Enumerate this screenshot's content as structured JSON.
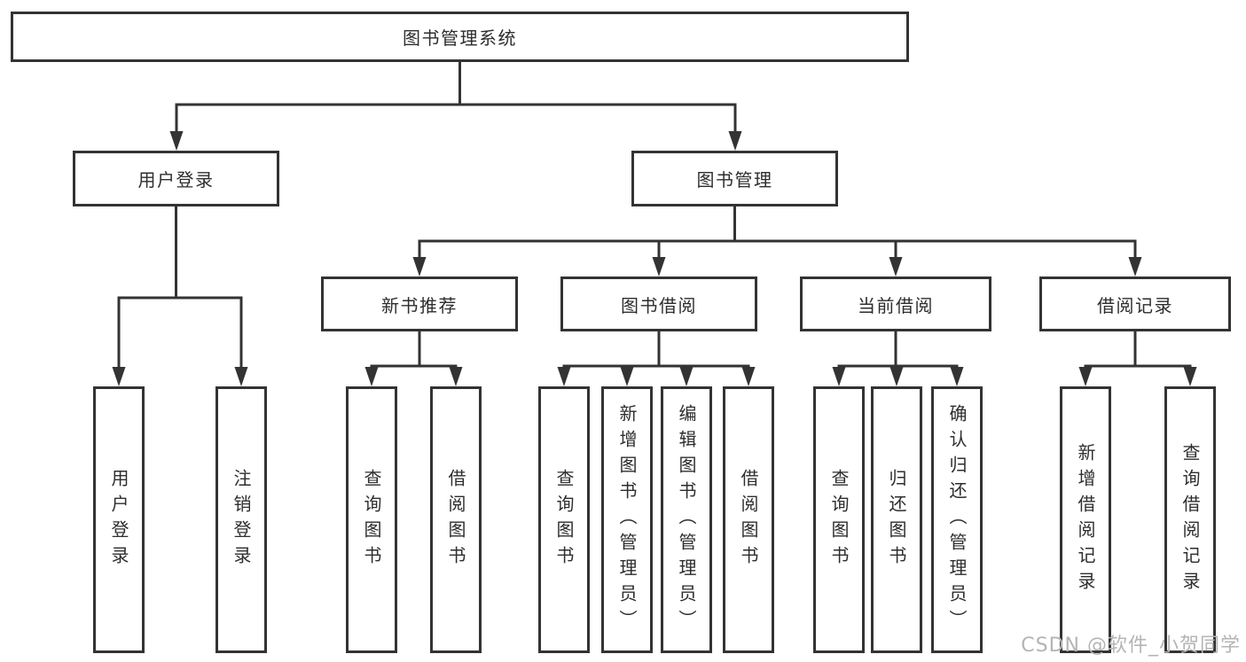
{
  "diagram": {
    "root": "图书管理系统",
    "level2": [
      "用户登录",
      "图书管理"
    ],
    "level3": [
      "新书推荐",
      "图书借阅",
      "当前借阅",
      "借阅记录"
    ],
    "leaves": {
      "login": [
        "用户登录",
        "注销登录"
      ],
      "recommend": [
        "查询图书",
        "借阅图书"
      ],
      "borrow": [
        "查询图书",
        "新增图书（管理员）",
        "编辑图书（管理员）",
        "借阅图书"
      ],
      "current": [
        "查询图书",
        "归还图书",
        "确认归还（管理员）"
      ],
      "record": [
        "新增借阅记录",
        "查询借阅记录"
      ]
    }
  },
  "watermark": "CSDN @软件_小贺同学",
  "colors": {
    "line": "#333333",
    "box_border": "#333333",
    "text": "#2d2d2d",
    "background": "#ffffff",
    "watermark": "#b4b4b4"
  }
}
